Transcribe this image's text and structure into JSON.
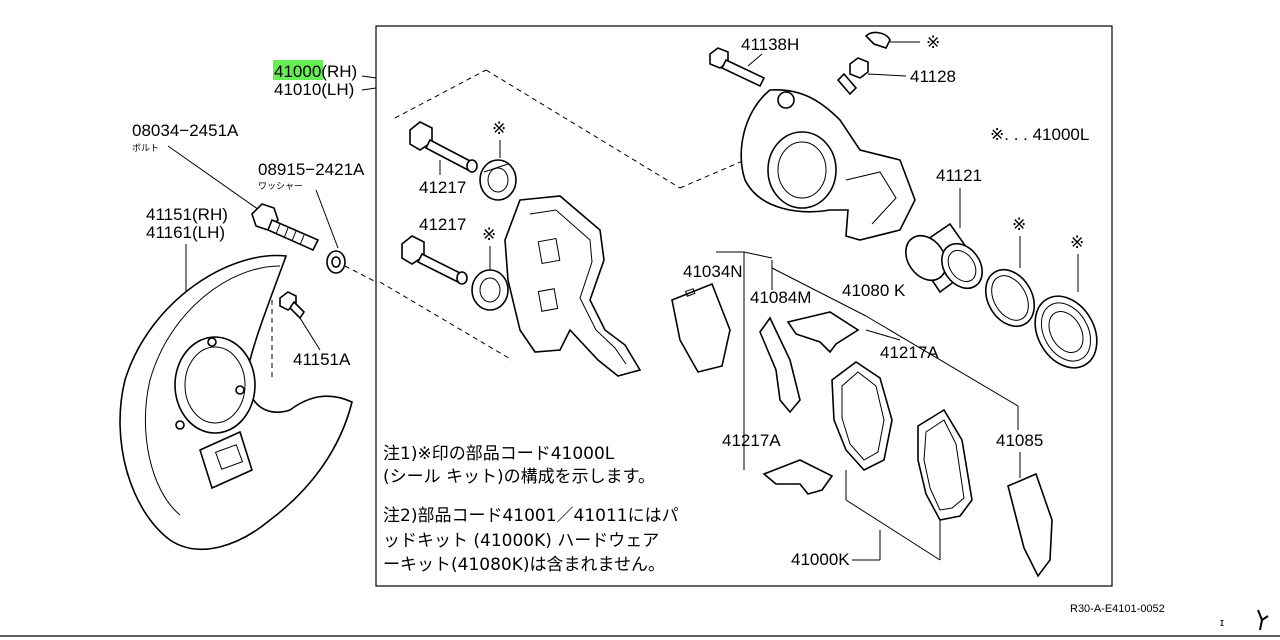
{
  "header": {
    "part_main": "41000",
    "rh_suffix": "(RH)",
    "part_lh": "41010(LH)"
  },
  "labels": {
    "bolt_code": "08034−2451A",
    "bolt_name": "ボルト",
    "washer_code": "08915−2421A",
    "washer_name": "ワッシャー",
    "baffle_rh": "41151(RH)",
    "baffle_lh": "41161(LH)",
    "baffle_bolt": "41151A",
    "pin_upper": "41217",
    "pin_lower": "41217",
    "bleeder_bolt": "41138H",
    "bleeder": "41128",
    "kit_note": "※. . . 41000L",
    "piston": "41121",
    "shim_outer": "41034N",
    "clip_m": "41084M",
    "hardware_kit": "41080 K",
    "retainer_a_upper": "41217A",
    "retainer_a_lower": "41217A",
    "shim_inner": "41085",
    "pad_kit": "41000K",
    "star": "※"
  },
  "notes": {
    "line1": "注1)※印の部品コード41000L",
    "line2": "(シール キット)の構成を示します。",
    "line3": "注2)部品コード41001／41011にはパ",
    "line4": "ッドキット (41000K) ハードウェア",
    "line5": "ーキット(41080K)は含まれません。"
  },
  "footer": {
    "ref_code": "R30-A-E4101-0052",
    "mark": "ɪ"
  },
  "colors": {
    "highlight": "#66ee55",
    "line": "#000000",
    "background": "#ffffff"
  }
}
